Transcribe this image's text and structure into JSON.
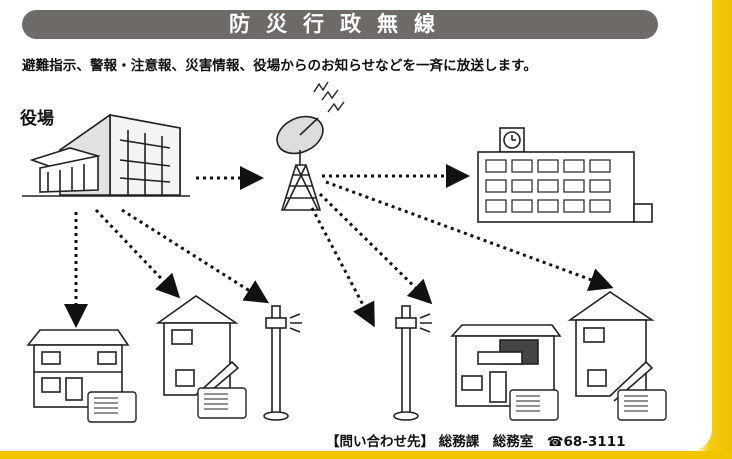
{
  "title": "防災行政無線",
  "subtitle": "避難指示、警報・注意報、災害情報、役場からのお知らせなどを一斉に放送します。",
  "city_hall_label": "役場",
  "contact": "【問い合わせ先】 総務課　総務室　☎68-3111",
  "colors": {
    "title_bar": "#6e6a68",
    "frame_yellow": "#f3c400"
  }
}
